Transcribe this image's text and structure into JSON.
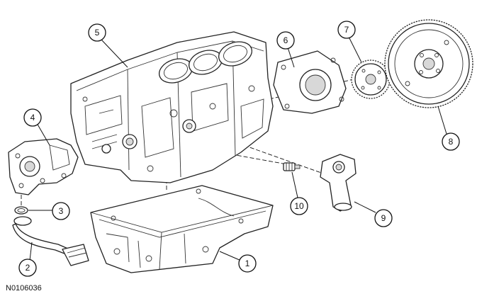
{
  "figure_id": "N0106036",
  "callouts": [
    {
      "id": "1",
      "label": "1"
    },
    {
      "id": "2",
      "label": "2"
    },
    {
      "id": "3",
      "label": "3"
    },
    {
      "id": "4",
      "label": "4"
    },
    {
      "id": "5",
      "label": "5"
    },
    {
      "id": "6",
      "label": "6"
    },
    {
      "id": "7",
      "label": "7"
    },
    {
      "id": "8",
      "label": "8"
    },
    {
      "id": "9",
      "label": "9"
    },
    {
      "id": "10",
      "label": "10"
    }
  ]
}
